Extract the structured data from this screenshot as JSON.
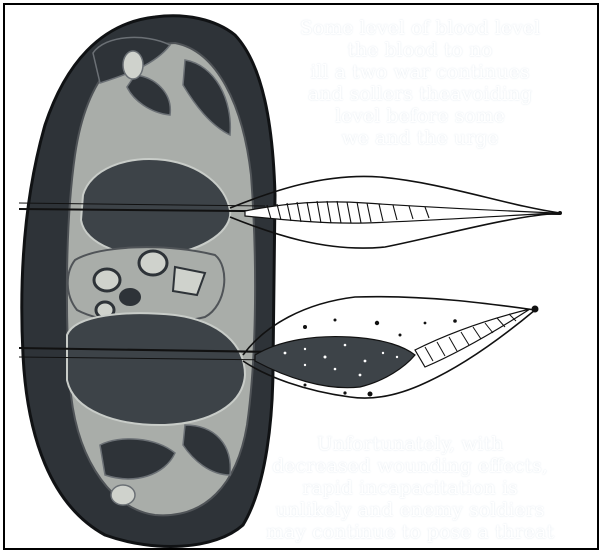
{
  "figure": {
    "description": "anatomical cross-section illustration of a torso with two cone-shaped wound channels",
    "colors": {
      "frame": "#000000",
      "background": "#ffffff",
      "muscle": "#2e3338",
      "fascia": "#a9ada9",
      "lung": "#3d4348",
      "bone": "#cfd2cc"
    }
  },
  "overlay_text": {
    "top_lines": "Some level of blood level\nthe blood to no\nill a two war continues\nand sollers theavoiding\nlevel before some\nwe and the urge",
    "bottom_lines": "Unfortunately, with\ndecreased wounding effects,\nrapid incapacitation is\nunlikely and enemy soldiers\nmay continue to pose a threat"
  }
}
